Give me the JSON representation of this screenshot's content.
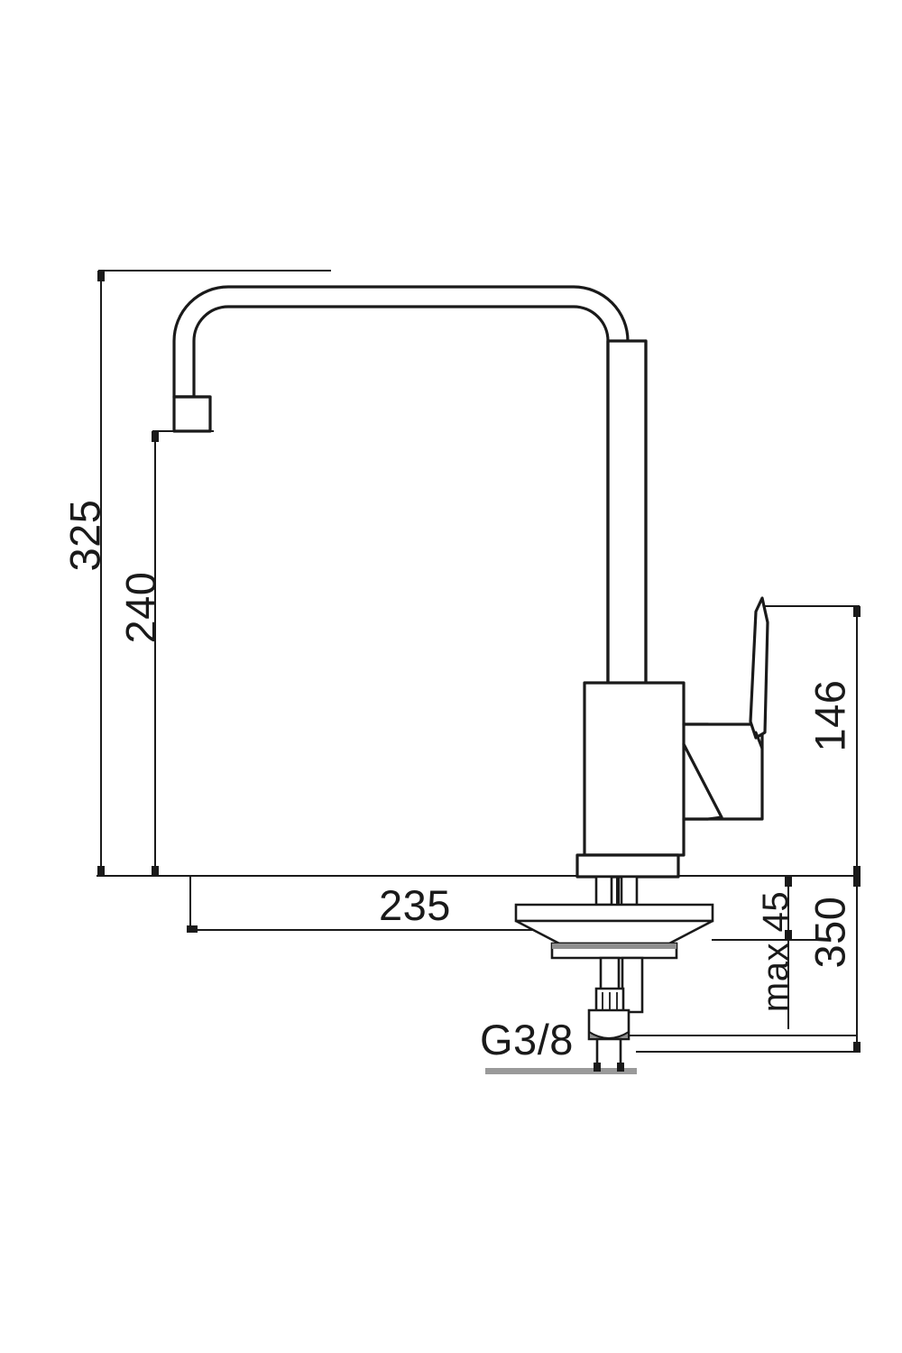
{
  "drawing": {
    "type": "technical-dimension-drawing",
    "subject": "single-lever kitchen mixer tap",
    "units": "mm",
    "line_color": "#1a1a1a",
    "background_color": "#ffffff",
    "accent_gray": "#9a9a9a"
  },
  "dimensions": {
    "overall_height": {
      "value": "325",
      "orientation": "vertical",
      "description": "total height from mounting surface to top of spout"
    },
    "spout_outlet_height": {
      "value": "240",
      "orientation": "vertical",
      "description": "height from mounting surface to spout outlet"
    },
    "handle_height": {
      "value": "146",
      "orientation": "vertical",
      "description": "height of lever handle above mounting surface"
    },
    "tail_length": {
      "value": "350",
      "orientation": "vertical",
      "description": "length of supply tails below mounting surface"
    },
    "max_deck_thickness": {
      "value": "max 45",
      "orientation": "vertical",
      "description": "maximum mounting deck thickness"
    },
    "spout_reach": {
      "value": "235",
      "orientation": "horizontal",
      "description": "horizontal spout reach / projection"
    },
    "thread_size": {
      "value": "G3/8",
      "orientation": "horizontal",
      "description": "supply connection thread size"
    }
  }
}
